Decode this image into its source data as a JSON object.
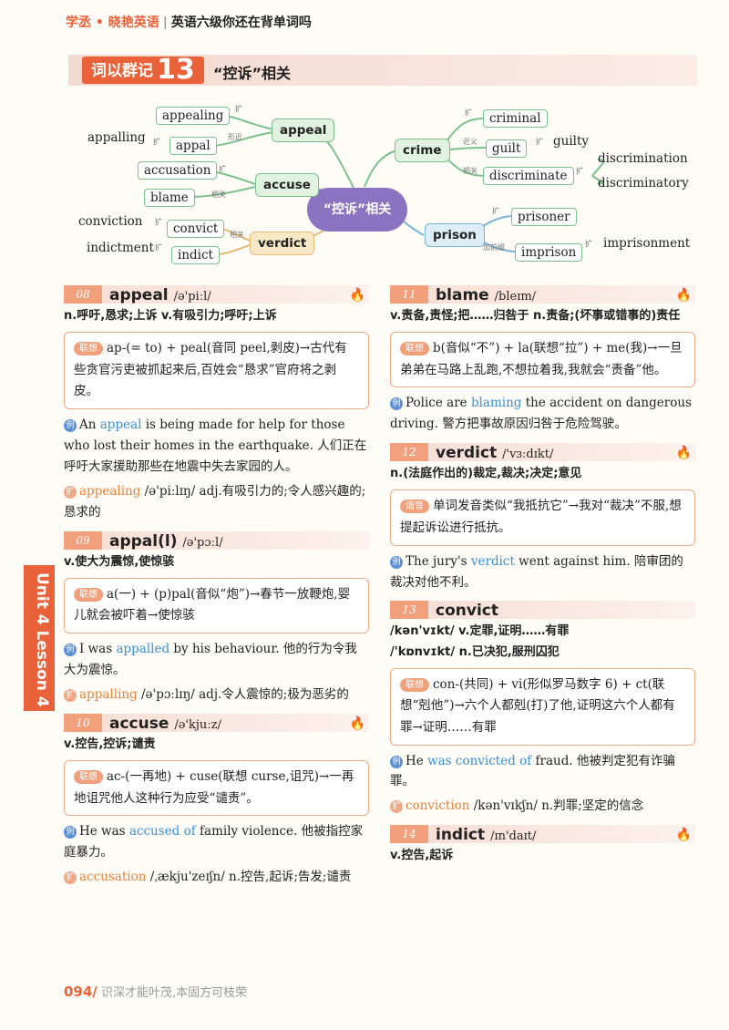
{
  "header": {
    "brand": "学丞 • 晓艳英语",
    "separator": "|",
    "title": "英语六级你还在背单词吗"
  },
  "section": {
    "label": "词以群记",
    "number": "13",
    "title": "“控诉”相关"
  },
  "mindmap": {
    "center": "“控诉”相关",
    "appeal": {
      "hub": "appeal",
      "n1": "appealing",
      "n2": "appal",
      "n3": "appalling",
      "t1": "扩",
      "t2": "形近",
      "t3": "扩"
    },
    "accuse": {
      "hub": "accuse",
      "n1": "accusation",
      "n2": "blame",
      "t1": "扩",
      "t2": "相关"
    },
    "verdict": {
      "hub": "verdict",
      "n1": "convict",
      "n2": "indict",
      "n3": "conviction",
      "n4": "indictment",
      "t1": "相关",
      "t2": "扩",
      "t3": "扩"
    },
    "crime": {
      "hub": "crime",
      "n1": "criminal",
      "n2": "guilt",
      "n3": "guilty",
      "n4": "discriminate",
      "n5": "discrimination",
      "n6": "discriminatory",
      "t1": "扩",
      "t2": "近义",
      "t3": "扩",
      "t4": "相关",
      "t5": "扩"
    },
    "prison": {
      "hub": "prison",
      "n1": "prisoner",
      "n2": "imprison",
      "n3": "imprisonment",
      "t1": "扩",
      "t2": "加前缀",
      "t3": "扩"
    }
  },
  "left": {
    "e1": {
      "num": "08",
      "word": "appeal",
      "ph": "/ə'piːl/",
      "def": "n.呼吁,恳求;上诉  v.有吸引力;呼吁;上诉",
      "lbl": "联想",
      "memo": "ap-(= to) + peal(音同 peel,剥皮)→古代有些贪官污吏被抓起来后,百姓会“恳求”官府将之剥皮。",
      "ex_a": "An ",
      "ex_hl": "appeal",
      "ex_b": " is being made for help for those who lost their homes in the earthquake. 人们正在呼吁大家援助那些在地震中失去家园的人。",
      "ext_w": "appealing",
      "ext_d": " /ə'piːlɪŋ/  adj.有吸引力的;令人感兴趣的;恳求的"
    },
    "e2": {
      "num": "09",
      "word": "appal(l)",
      "ph": "/ə'pɔːl/",
      "def": "v.使大为震惊,使惊骇",
      "lbl": "联想",
      "memo": "a(一) + (p)pal(音似“炮”)→春节一放鞭炮,婴儿就会被吓着→使惊骇",
      "ex_a": "I was ",
      "ex_hl": "appalled",
      "ex_b": " by his behaviour. 他的行为令我大为震惊。",
      "ext_w": "appalling",
      "ext_d": " /ə'pɔːlɪŋ/  adj.令人震惊的;极为恶劣的"
    },
    "e3": {
      "num": "10",
      "word": "accuse",
      "ph": "/ə'kjuːz/",
      "def": "v.控告,控诉;谴责",
      "lbl": "联想",
      "memo": "ac-(一再地) + cuse(联想 curse,诅咒)→一再地诅咒他人这种行为应受“谴责”。",
      "ex_a": "He was ",
      "ex_hl": "accused of",
      "ex_b": " family violence. 他被指控家庭暴力。",
      "ext_w": "accusation",
      "ext_d": " /ˌækju'zeɪʃn/  n.控告,起诉;告发;谴责"
    }
  },
  "right": {
    "e1": {
      "num": "11",
      "word": "blame",
      "ph": "/bleɪm/",
      "def": "v.责备,责怪;把……归咎于  n.责备;(坏事或错事的)责任",
      "lbl": "联想",
      "memo": "b(音似“不”) + la(联想“拉”) + me(我)→一旦弟弟在马路上乱跑,不想拉着我,我就会“责备”他。",
      "ex_a": "Police are ",
      "ex_hl": "blaming",
      "ex_b": " the accident on dangerous driving. 警方把事故原因归咎于危险驾驶。"
    },
    "e2": {
      "num": "12",
      "word": "verdict",
      "ph": "/'vɜːdɪkt/",
      "def": "n.(法庭作出的)裁定,裁决;决定;意见",
      "lbl": "谐音",
      "memo": "单词发音类似“我抵抗它”→我对“裁决”不服,想提起诉讼进行抵抗。",
      "ex_a": "The jury's ",
      "ex_hl": "verdict",
      "ex_b": " went against him. 陪审团的裁决对他不利。"
    },
    "e3": {
      "num": "13",
      "word": "convict",
      "def": "/kən'vɪkt/ v.定罪,证明……有罪",
      "def2": "/'kɒnvɪkt/ n.已决犯,服刑囚犯",
      "lbl": "联想",
      "memo": "con-(共同) + vi(形似罗马数字 6) + ct(联想“剋他”)→六个人都剋(打)了他,证明这六个人都有罪→证明……有罪",
      "ex_a": "He ",
      "ex_hl": "was convicted of",
      "ex_b": " fraud. 他被判定犯有诈骗罪。",
      "ext_w": "conviction",
      "ext_d": " /kən'vɪkʃn/  n.判罪;坚定的信念"
    },
    "e4": {
      "num": "14",
      "word": "indict",
      "ph": "/ɪn'daɪt/",
      "def": "v.控告,起诉"
    }
  },
  "side": {
    "unit": "Unit 4  Lesson 4"
  },
  "footer": {
    "page": "094/",
    "motto": "识深才能叶茂,本固方可枝荣"
  },
  "icons": {
    "ex": "例",
    "ext": "扩",
    "fire": "🔥"
  }
}
